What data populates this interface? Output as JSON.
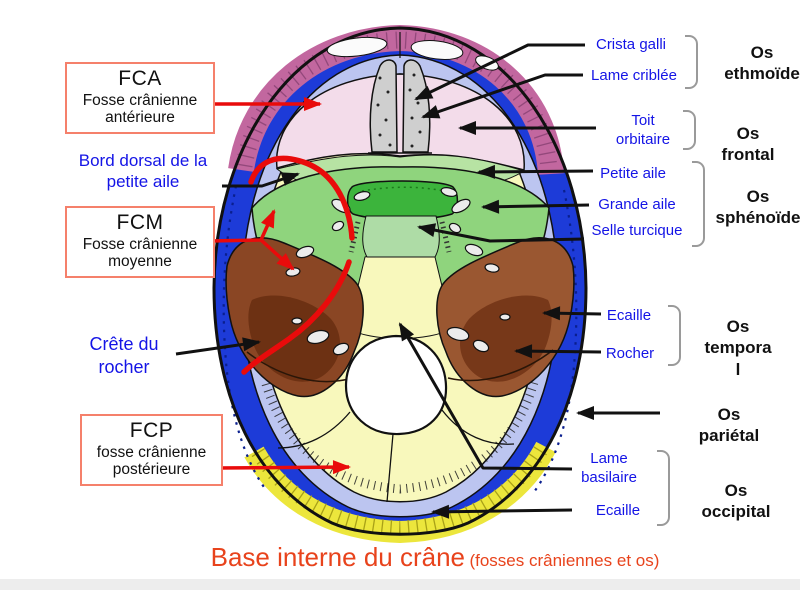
{
  "title": {
    "main": "Base interne du crâne",
    "sub": "(fosses crâniennes et os)"
  },
  "fossae": {
    "fca": {
      "abbr": "FCA",
      "full": "Fosse crânienne\nantérieure"
    },
    "fcm": {
      "abbr": "FCM",
      "full": "Fosse crânienne\nmoyenne"
    },
    "fcp": {
      "abbr": "FCP",
      "full": "fosse crânienne\npostérieure"
    }
  },
  "left_annotations": {
    "bord_dorsal": "Bord dorsal de la\npetite aile",
    "crete_rocher": "Crête du\nrocher"
  },
  "right_groups": [
    {
      "bone": "Os\nethmoïde",
      "parts": [
        "Crista galli",
        "Lame criblée"
      ]
    },
    {
      "bone": "Os frontal",
      "parts": [
        "Toit\norbitaire"
      ]
    },
    {
      "bone": "Os\nsphénoïde",
      "parts": [
        "Petite aile",
        "Grande aile",
        "Selle turcique"
      ]
    },
    {
      "bone": "Os\ntempora\nl",
      "parts": [
        "Ecaille",
        "Rocher"
      ]
    },
    {
      "bone": "Os pariétal",
      "parts": []
    },
    {
      "bone": "Os\noccipital",
      "parts": [
        "Lame\nbasilaire",
        "Ecaille"
      ]
    }
  ],
  "colors": {
    "annotation_blue": "#1414e6",
    "arrow_red": "#e90b0b",
    "box_border": "#f5806b",
    "title_orange": "#e8431c",
    "frontal_rim_mauve": "#c2679f",
    "parietal_blue": "#1d3bd8",
    "fca_pink": "#f3dcea",
    "sphenoid_green": "#8fd47d",
    "sella_green": "#3cb43c",
    "temporal_brown": "#8a4624",
    "posterior_fossa_yellow": "#f8f8bc",
    "occipital_squama_yellow": "#ece63c",
    "inner_table_lavender": "#bcc5f0"
  }
}
